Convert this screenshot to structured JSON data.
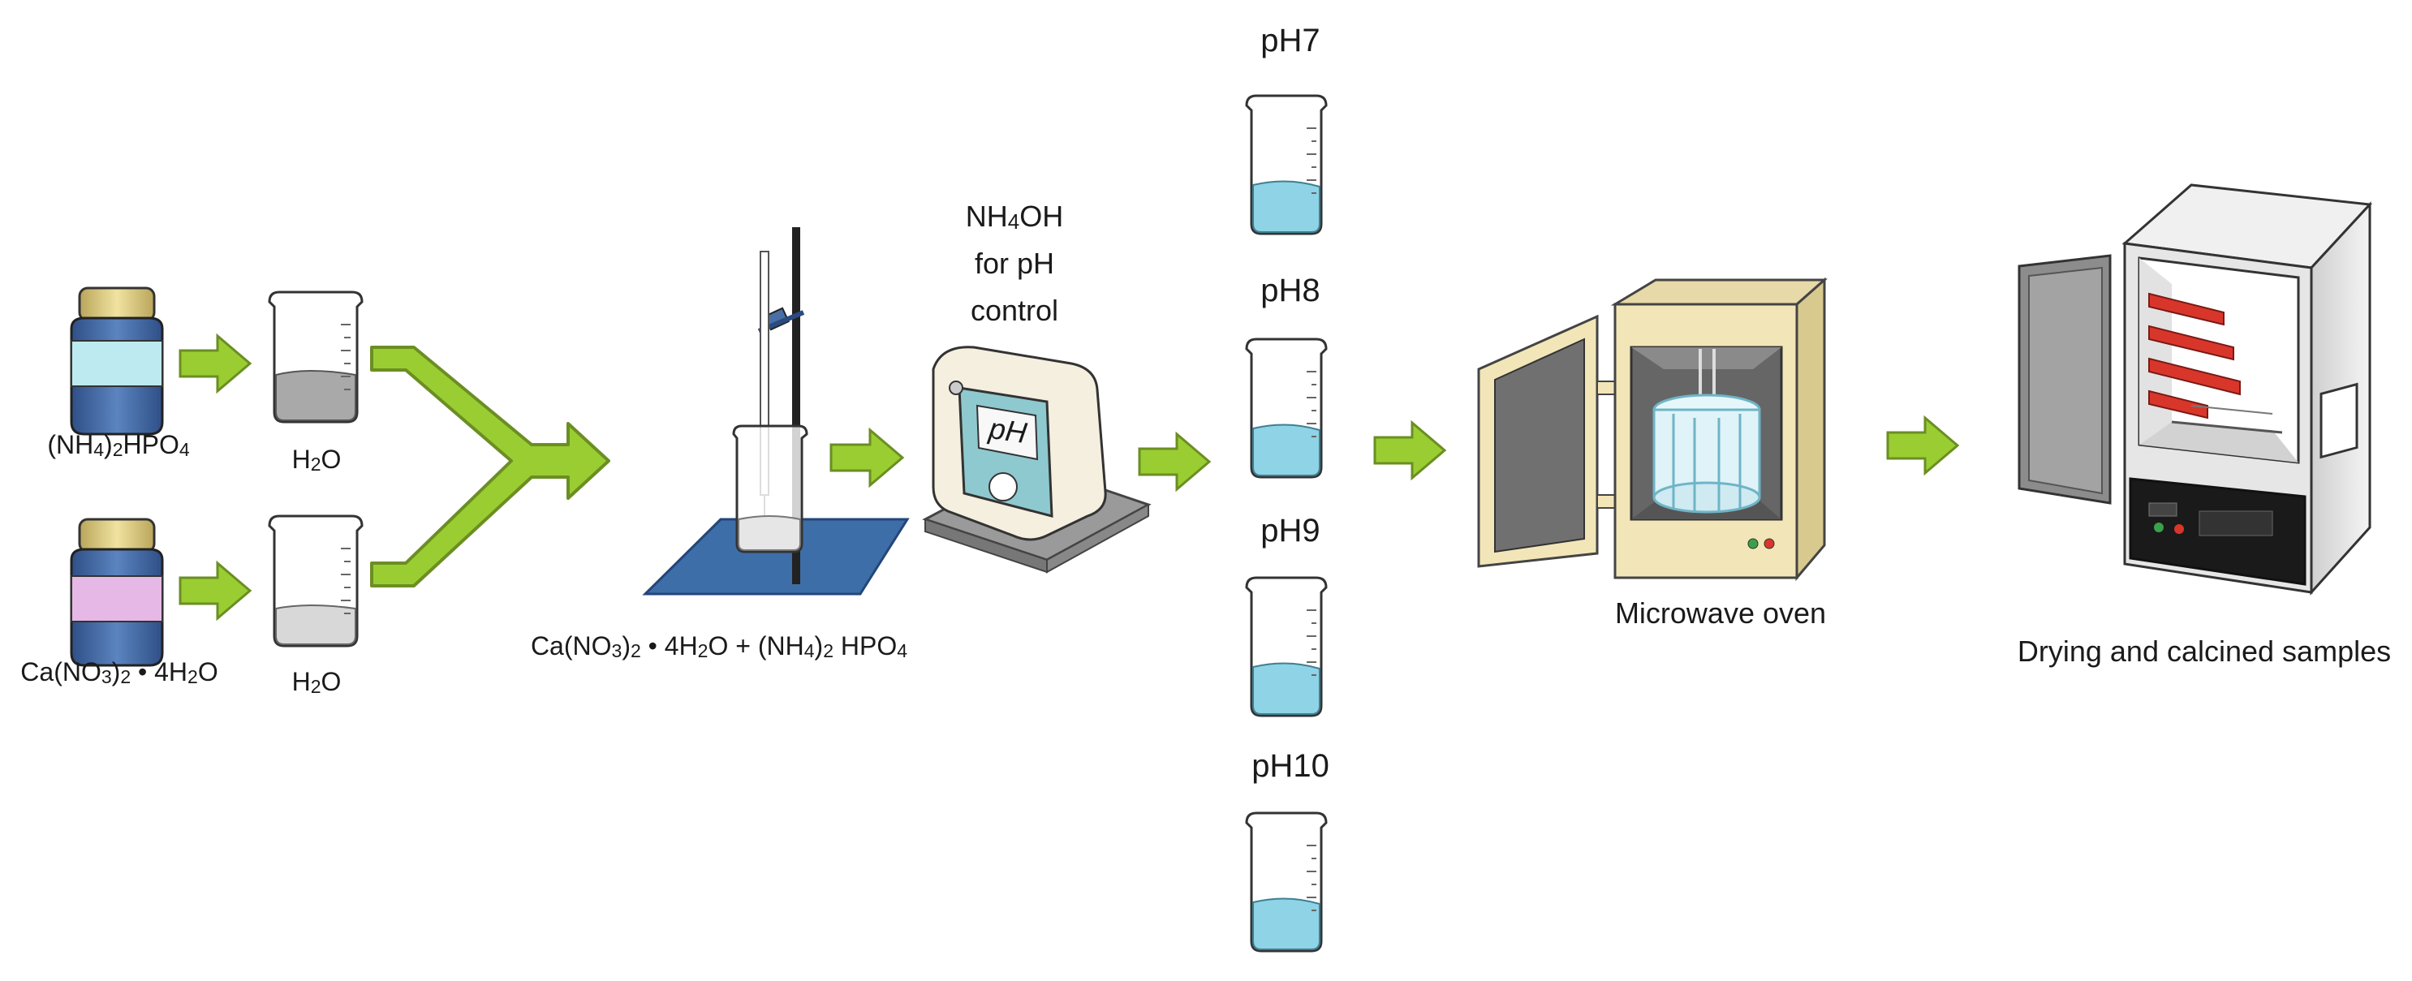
{
  "labels": {
    "reagent_1": "(NH4)2HPO4",
    "water_1": "H2O",
    "reagent_2": "Ca(NO3)2 • 4H2O",
    "water_2": "H2O",
    "mixture": "Ca(NO3)2 • 4H2O + (NH4)2 HPO4",
    "ph_control_line1": "NH4OH",
    "ph_control_line2": "for pH",
    "ph_control_line3": "control",
    "ph_display": "pH",
    "ph_7": "pH7",
    "ph_8": "pH8",
    "ph_9": "pH9",
    "ph_10": "pH10",
    "microwave": "Microwave oven",
    "drying": "Drying and calcined samples"
  },
  "colors": {
    "arrow_fill": "#9ACD32",
    "arrow_stroke": "#6B8E23",
    "beaker_liquid_blue": "#8ED3E6",
    "beaker_liquid_gray": "#A9A9A9",
    "beaker_liquid_light": "#D8D8D8",
    "jar_blue": "#4A6FA5",
    "jar_label_cyan": "#BDEAF0",
    "jar_label_pink": "#E6B8E6",
    "jar_lid": "#D9C77A",
    "stand_plate": "#3D6EA8",
    "ph_meter_face": "#8EC9CF",
    "microwave_body": "#F2E6B8",
    "oven_body": "#E8E8E8",
    "heater_red": "#D9362B"
  },
  "icons": {
    "jar": "reagent-jar-icon",
    "beaker": "beaker-icon",
    "stand": "titration-stand-icon",
    "ph_meter": "ph-meter-icon",
    "microwave": "microwave-oven-icon",
    "furnace": "drying-oven-icon",
    "arrow": "flow-arrow-icon"
  }
}
